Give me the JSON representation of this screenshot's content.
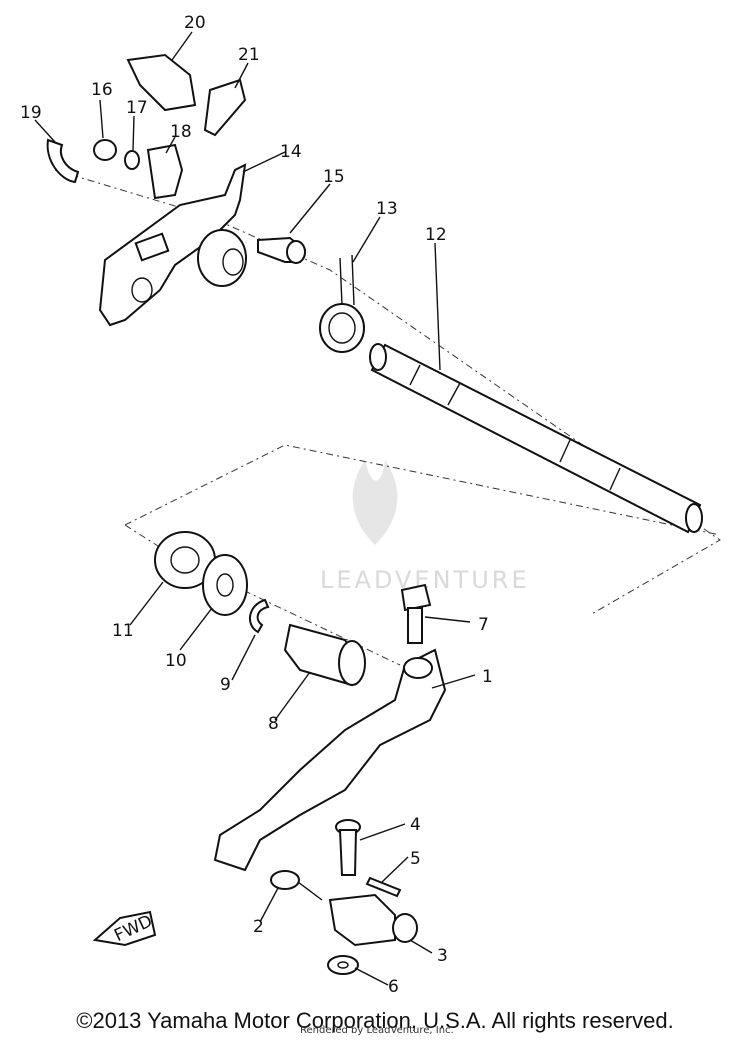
{
  "diagram": {
    "callouts": [
      "1",
      "2",
      "3",
      "4",
      "5",
      "6",
      "7",
      "8",
      "9",
      "10",
      "11",
      "12",
      "13",
      "14",
      "15",
      "16",
      "17",
      "18",
      "19",
      "20",
      "21"
    ],
    "watermark": "LEADVENTURE",
    "fwd_label": "FWD"
  },
  "footer": {
    "copyright": "©2013 Yamaha Motor Corporation, U.S.A. All rights reserved.",
    "rendered_by": "Rendered by LeadVenture, Inc."
  }
}
